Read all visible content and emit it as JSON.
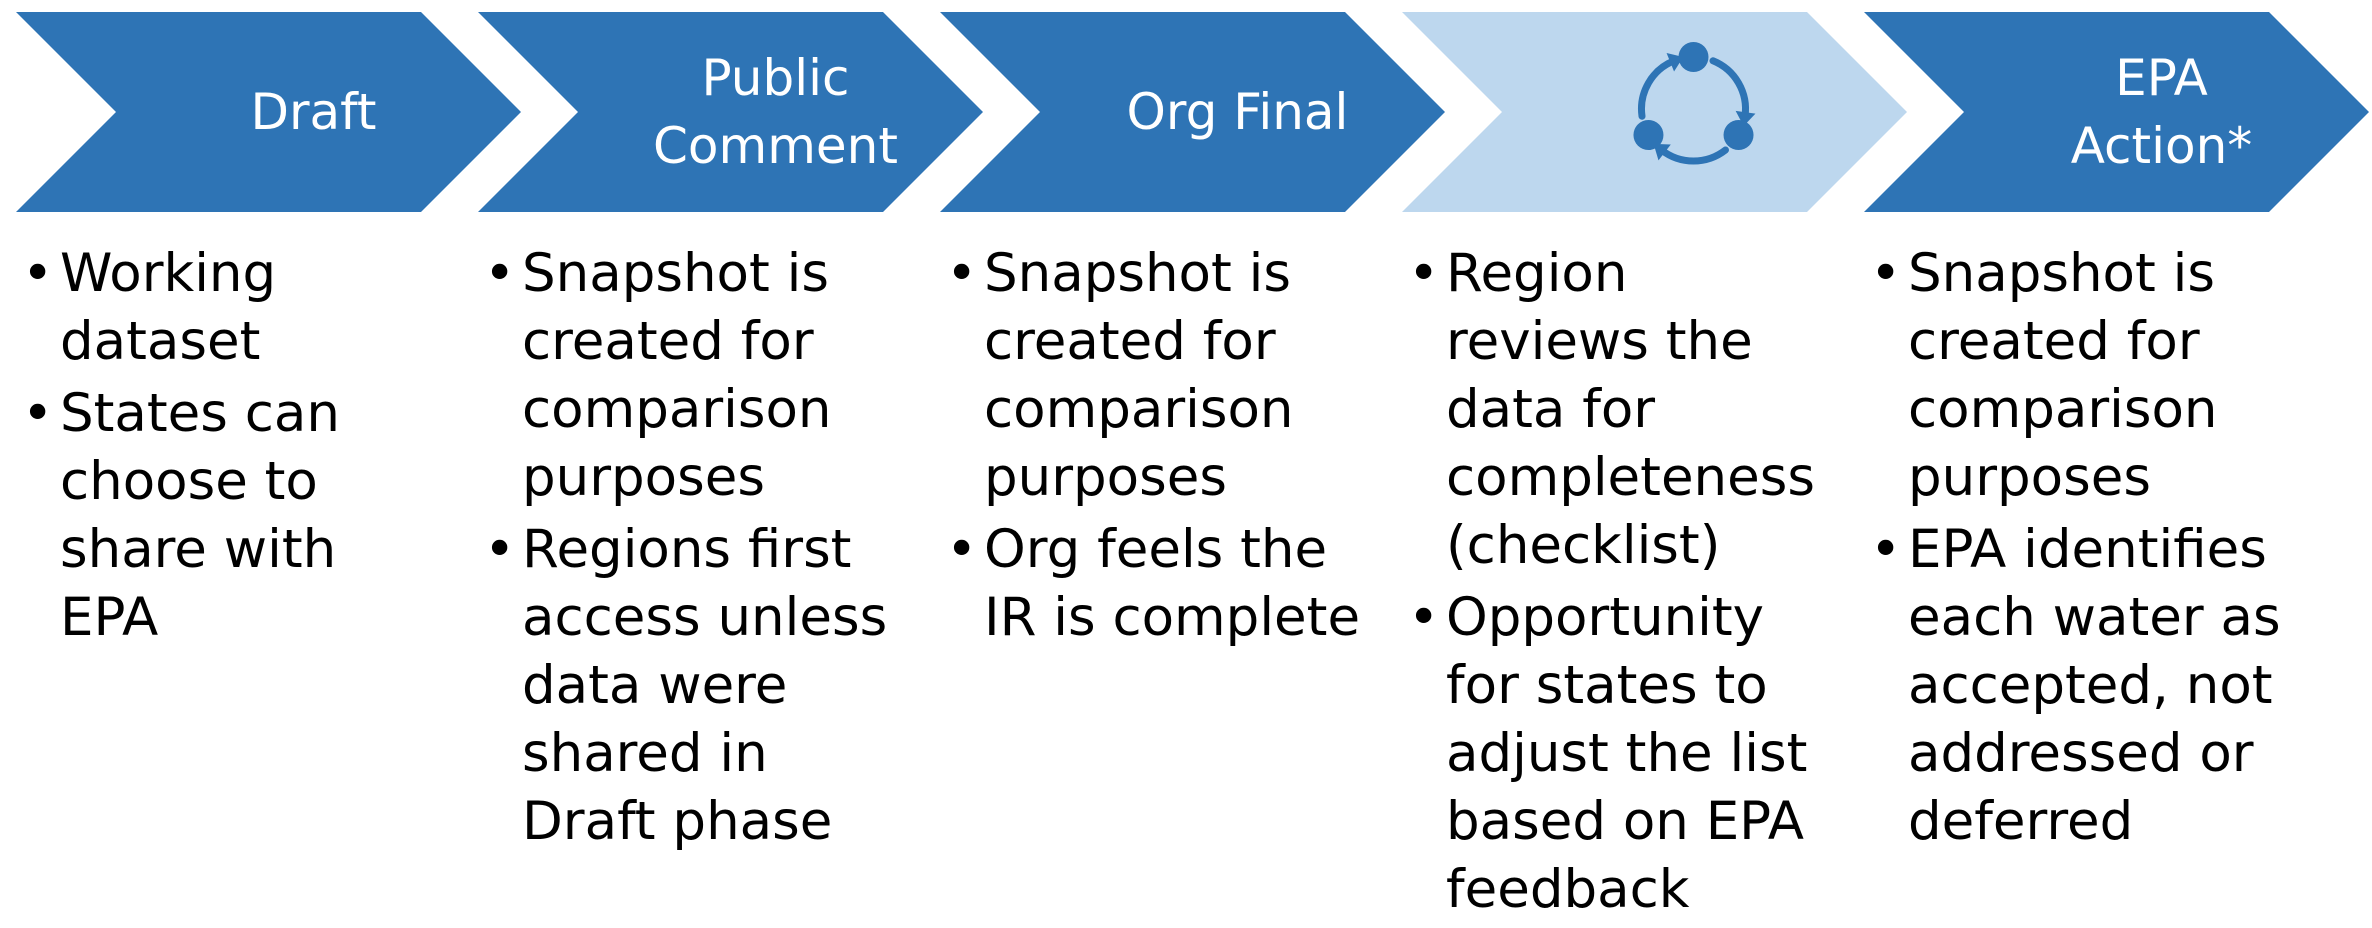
{
  "colors": {
    "dark": "#2E74B5",
    "light": "#BDD7EE",
    "text": "#000000",
    "label": "#FFFFFF"
  },
  "stages": [
    {
      "label_lines": [
        "Draft"
      ],
      "style": "dark",
      "icon": null,
      "bullets": [
        [
          "Working",
          "dataset"
        ],
        [
          "States can",
          "choose to",
          "share with",
          "EPA"
        ]
      ]
    },
    {
      "label_lines": [
        "Public",
        "Comment"
      ],
      "style": "dark",
      "icon": null,
      "bullets": [
        [
          "Snapshot is",
          "created for",
          "comparison",
          "purposes"
        ],
        [
          "Regions first",
          "access unless",
          "data were",
          "shared in",
          "Draft phase"
        ]
      ]
    },
    {
      "label_lines": [
        "Org Final"
      ],
      "style": "dark",
      "icon": null,
      "bullets": [
        [
          "Snapshot is",
          "created for",
          "comparison",
          "purposes"
        ],
        [
          "Org feels the",
          "IR is complete"
        ]
      ]
    },
    {
      "label_lines": [],
      "style": "light",
      "icon": "cycle-icon",
      "bullets": [
        [
          "Region",
          "reviews the",
          "data for",
          "completeness",
          "(checklist)"
        ],
        [
          "Opportunity",
          "for states to",
          "adjust the list",
          "based on EPA",
          "feedback"
        ]
      ]
    },
    {
      "label_lines": [
        "EPA",
        "Action*"
      ],
      "style": "dark",
      "icon": null,
      "bullets": [
        [
          "Snapshot is",
          "created for",
          "comparison",
          "purposes"
        ],
        [
          "EPA identifies",
          "each water as",
          "accepted, not",
          "addressed or",
          "deferred"
        ]
      ]
    }
  ]
}
